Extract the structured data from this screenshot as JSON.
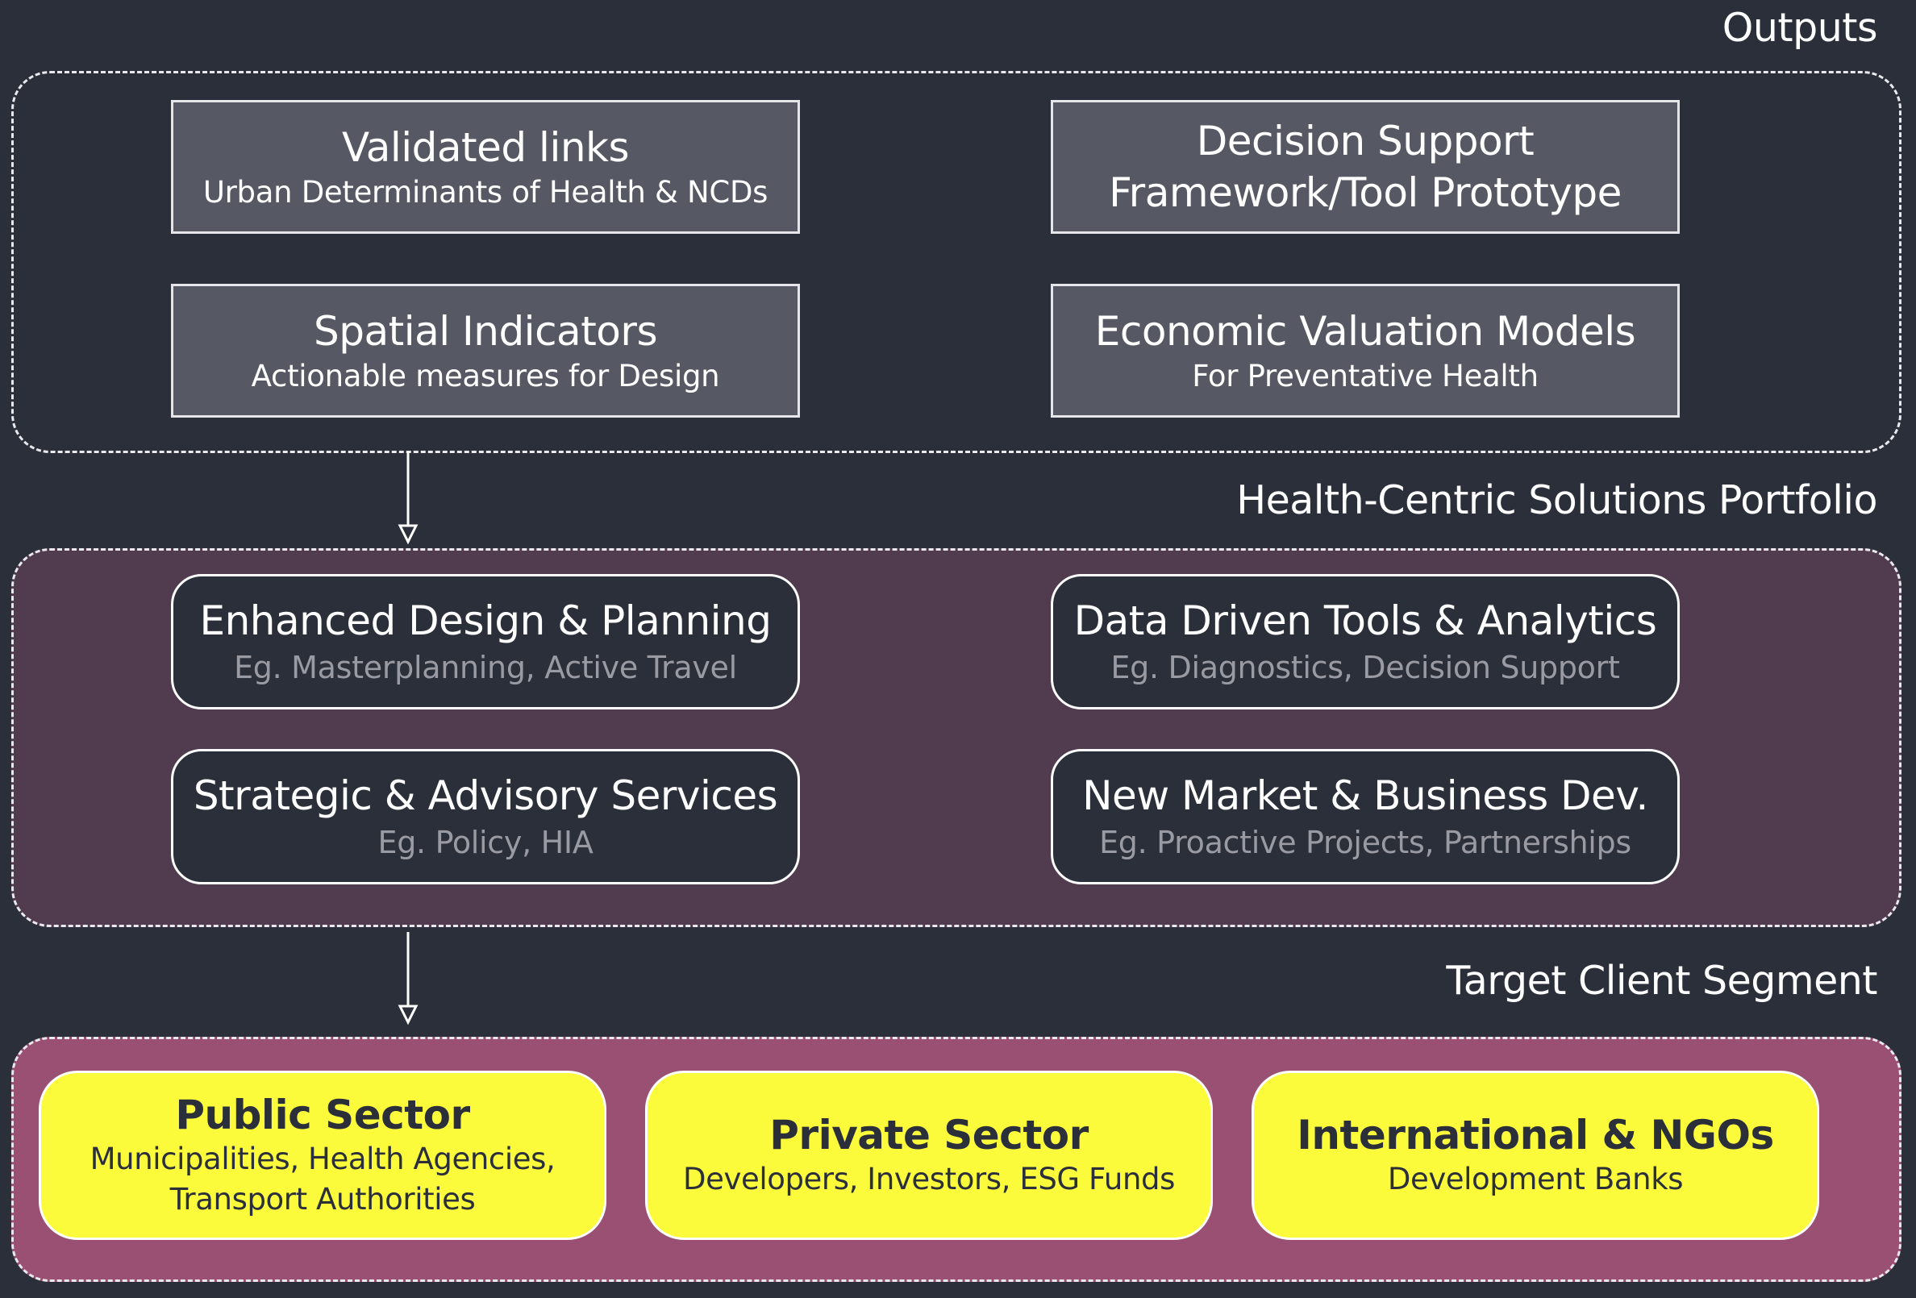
{
  "outputs": {
    "label": "Outputs",
    "boxes": [
      {
        "title": "Validated links",
        "subtitle": "Urban Determinants of Health & NCDs"
      },
      {
        "title": "Decision Support",
        "subtitle": "Framework/Tool Prototype"
      },
      {
        "title": "Spatial Indicators",
        "subtitle": "Actionable measures for Design"
      },
      {
        "title": "Economic Valuation Models",
        "subtitle": "For Preventative Health"
      }
    ]
  },
  "portfolio": {
    "label": "Health-Centric Solutions Portfolio",
    "boxes": [
      {
        "title": "Enhanced Design & Planning",
        "subtitle": "Eg. Masterplanning, Active Travel"
      },
      {
        "title": "Data Driven Tools & Analytics",
        "subtitle": "Eg. Diagnostics, Decision Support"
      },
      {
        "title": "Strategic & Advisory Services",
        "subtitle": "Eg. Policy, HIA"
      },
      {
        "title": "New Market & Business Dev.",
        "subtitle": "Eg. Proactive Projects, Partnerships"
      }
    ]
  },
  "clients": {
    "label": "Target Client Segment",
    "boxes": [
      {
        "title": "Public Sector",
        "subtitle_line1": "Municipalities, Health Agencies,",
        "subtitle_line2": "Transport Authorities"
      },
      {
        "title": "Private Sector",
        "subtitle": "Developers, Investors, ESG Funds"
      },
      {
        "title": "International & NGOs",
        "subtitle": "Development Banks"
      }
    ]
  },
  "colors": {
    "background": "#2b2f3a",
    "outputs_box": "#565963",
    "portfolio_group": "#503b4f",
    "clients_group": "#9a5073",
    "client_box": "#fbfb3c"
  }
}
